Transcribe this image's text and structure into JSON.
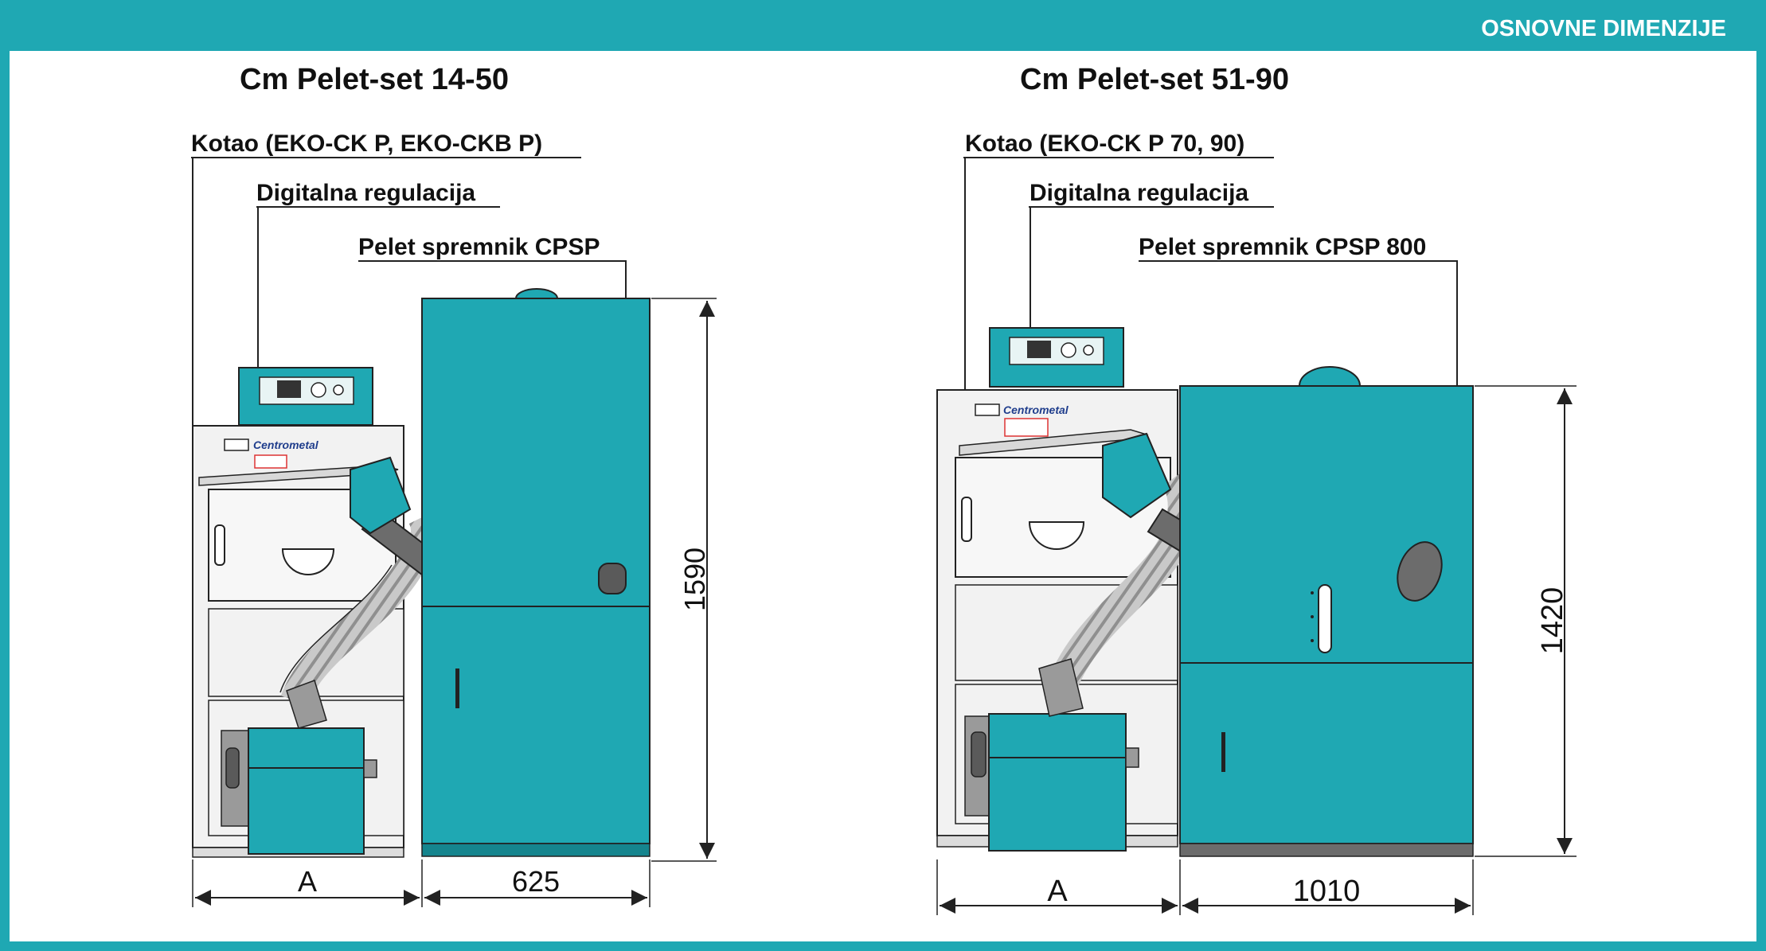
{
  "header": {
    "title": "OSNOVNE DIMENZIJE",
    "accent": "#1fa8b3"
  },
  "colors": {
    "teal": "#1fa8b3",
    "teal_dark": "#15858e",
    "gray": "#9a9a9a",
    "gray_dark": "#5a5a5a",
    "line": "#222222",
    "panel_bg": "#f2f2f2"
  },
  "left": {
    "title": "Cm Pelet-set 14-50",
    "label_boiler": "Kotao (EKO-CK P, EKO-CKB P)",
    "label_regulation": "Digitalna regulacija",
    "label_tank": "Pelet spremnik CPSP",
    "dim_height": "1590",
    "dim_a": "A",
    "dim_width": "625",
    "brand": "Centrometal"
  },
  "right": {
    "title": "Cm Pelet-set 51-90",
    "label_boiler": "Kotao (EKO-CK P 70, 90)",
    "label_regulation": "Digitalna regulacija",
    "label_tank": "Pelet spremnik CPSP 800",
    "dim_height": "1420",
    "dim_a": "A",
    "dim_width": "1010",
    "brand": "Centrometal"
  }
}
